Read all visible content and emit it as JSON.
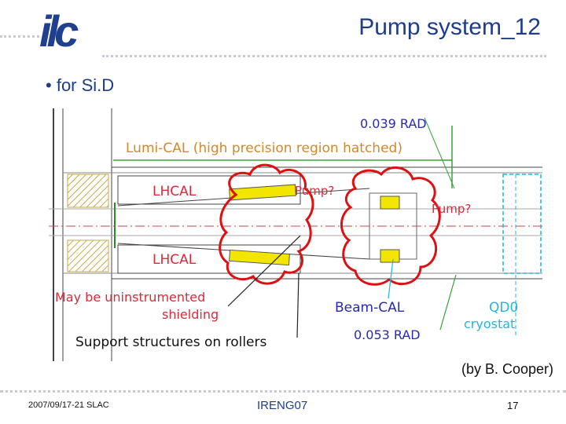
{
  "logo": {
    "text": "ilc"
  },
  "slide": {
    "title": "Pump system_12",
    "bullet": "for Si.D",
    "credit": "(by B. Cooper)"
  },
  "diagram": {
    "angle_top": "0.039 RAD",
    "lumi_cal": "Lumi-CAL (high precision region hatched)",
    "lhcal_top": "LHCAL",
    "pump_1": "Pump?",
    "pump_2": "Pump?",
    "lhcal_bottom": "LHCAL",
    "uninstrumented_1": "May be uninstrumented",
    "uninstrumented_2": "shielding",
    "beam_cal": "Beam-CAL",
    "qd0_1": "QD0",
    "qd0_2": "cryostat",
    "support": "Support structures on rollers",
    "angle_bottom": "0.053 RAD"
  },
  "footer": {
    "date": "2007/09/17-21 SLAC",
    "event": "IRENG07",
    "page": "17"
  },
  "colors": {
    "title": "#1e3c8c",
    "pump_outline": "#dd1111",
    "diagram_label": "#e0283a",
    "angle": "#2a2ab0",
    "green": "#3aa03a",
    "cyan": "#22b8d8",
    "yellow": "#f2e600"
  }
}
